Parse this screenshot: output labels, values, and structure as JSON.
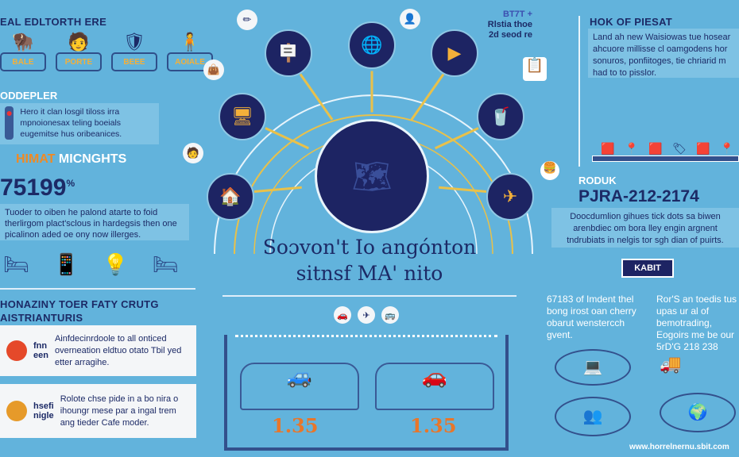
{
  "left": {
    "title": "EAL EDLTORTH ERE",
    "tags": [
      "BALE",
      "PORTE",
      "BEEE",
      "AOIALE"
    ],
    "section2_title": "ODDEPLER",
    "section2_text": "Hero it clan losgil tiloss irra mpnoionesax teling boeials eugemitse hus oribeanices.",
    "highlight_orange": "HIMAT",
    "highlight_white": "MICNGHTS",
    "big_number": "75199",
    "big_number_suffix": "%",
    "section3_text": "Tuoder to oiben he palond atarte to foid therlirgom plact'sclous in hardegsis then one picalinon aded oe ony now illerges.",
    "section4_title_line1": "HONAZINY TOER FATY CRUTG",
    "section4_title_line2": "AISTRIANTURIS",
    "cards": [
      {
        "label": "fnn een",
        "text": "Ainfdecinrdoole to all onticed overneation eldtuo otato Tbil yed etter arragihe."
      },
      {
        "label": "hsefi nigle",
        "text": "Rolote chse pide in a bo nira o ihoungr mese par a ingal trem ang tieder Cafe moder."
      }
    ]
  },
  "center": {
    "top_note_number": "BT7T +",
    "top_note_text": "Rlstia thoe 2d seod re",
    "title_line1": "Soɔvon't Io angónton",
    "title_line2": "sitnsf MA' nito",
    "stat_left": "1.35",
    "stat_right": "1.35"
  },
  "right": {
    "title": "HOK OF PIESAT",
    "text": "Land ah new Waisiowas tue hosear ahcuore millisse cl oamgodens hor sonuros, ponfiitoges, tie chriarid m had to to pisslor.",
    "product_label": "RODUK",
    "product_code": "PJRA-212-2174",
    "product_text": "Doocdumlion gihues tick dots sa biwen arenbdiec om bora lley engin argnent tndrubiats in nelgis tor sgh dian of puirts.",
    "button": "KABIT",
    "col1_text": "67183 of Imdent thel bong irost oan cherry obarut wenstercch gvent.",
    "col2_text": "Ror'S an toedis tus upas ur al of bemotrading, Eogoirs me be our 5rD'G 218 238",
    "footer_url": "www.horrelnernu.sbit.com"
  }
}
